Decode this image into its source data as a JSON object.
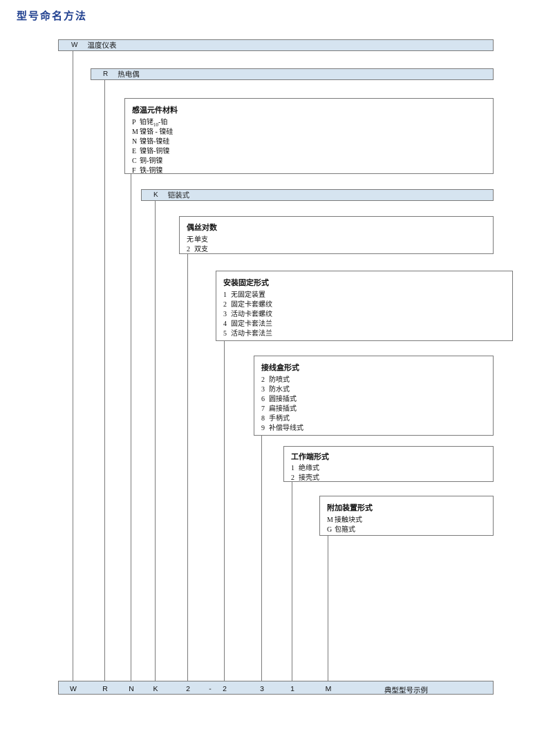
{
  "title": "型号命名方法",
  "bars": [
    {
      "code": "W",
      "label": "温度仪表"
    },
    {
      "code": "R",
      "label": "热电偶"
    },
    {
      "code": "K",
      "label": "铠装式"
    }
  ],
  "groups": [
    {
      "heading": "感温元件材料",
      "options": [
        {
          "key": "P",
          "text": "铂铑10-铂",
          "sub": "10"
        },
        {
          "key": "M",
          "text": "镍铬 - 镍硅"
        },
        {
          "key": "N",
          "text": "镍铬-镍硅"
        },
        {
          "key": "E",
          "text": "镍铬-铜镍"
        },
        {
          "key": "C",
          "text": "铜-铜镍"
        },
        {
          "key": "F",
          "text": "铁-铜镍"
        }
      ]
    },
    {
      "heading": "偶丝对数",
      "options": [
        {
          "key": "无",
          "text": "单支"
        },
        {
          "key": "2",
          "text": "双支"
        }
      ]
    },
    {
      "heading": "安装固定形式",
      "options": [
        {
          "key": "1",
          "text": "无固定装置"
        },
        {
          "key": "2",
          "text": "固定卡套螺纹"
        },
        {
          "key": "3",
          "text": "活动卡套螺纹"
        },
        {
          "key": "4",
          "text": "固定卡套法兰"
        },
        {
          "key": "5",
          "text": "活动卡套法兰"
        }
      ]
    },
    {
      "heading": "接线盒形式",
      "options": [
        {
          "key": "2",
          "text": "防喷式"
        },
        {
          "key": "3",
          "text": "防水式"
        },
        {
          "key": "6",
          "text": "圆接插式"
        },
        {
          "key": "7",
          "text": "扁接插式"
        },
        {
          "key": "8",
          "text": "手柄式"
        },
        {
          "key": "9",
          "text": "补偿导线式"
        }
      ]
    },
    {
      "heading": "工作端形式",
      "options": [
        {
          "key": "1",
          "text": "绝缘式"
        },
        {
          "key": "2",
          "text": "接壳式"
        }
      ]
    },
    {
      "heading": "附加装置形式",
      "options": [
        {
          "key": "M",
          "text": "接触块式"
        },
        {
          "key": "G",
          "text": "包箍式"
        }
      ]
    }
  ],
  "footer": {
    "cells": [
      "W",
      "R",
      "N",
      "K",
      "2",
      "-",
      "2",
      "3",
      "1",
      "M"
    ],
    "note": "典型型号示例"
  },
  "colors": {
    "title": "#1f3f8f",
    "bar_fill": "#d6e4f0",
    "border": "#7a7a7a"
  }
}
